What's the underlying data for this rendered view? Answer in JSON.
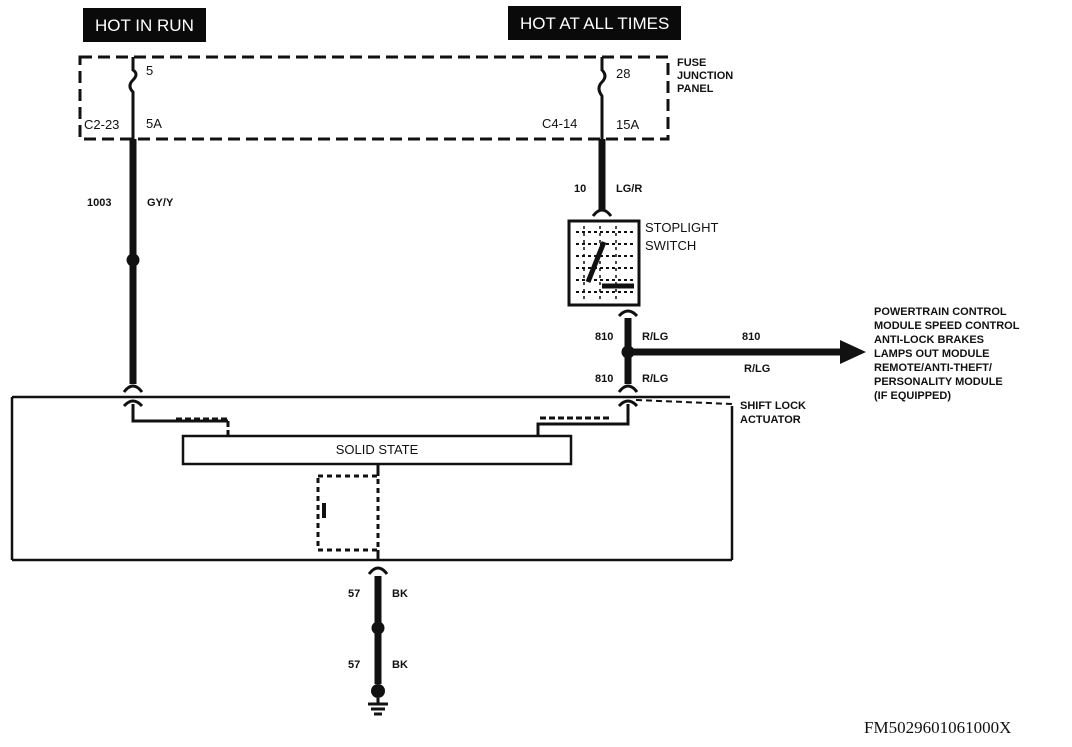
{
  "headers": {
    "hot_in_run": "HOT IN RUN",
    "hot_at_all_times": "HOT AT  ALL TIMES"
  },
  "fuse_panel": {
    "label_line1": "FUSE",
    "label_line2": "JUNCTION",
    "label_line3": "PANEL",
    "fuse_left_number": "5",
    "fuse_left_rating": "5A",
    "connector_left": "C2-23",
    "fuse_right_number": "28",
    "fuse_right_rating": "15A",
    "connector_right": "C4-14"
  },
  "wires": {
    "left_circuit": "1003",
    "left_color": "GY/Y",
    "right_circuit": "10",
    "right_color": "LG/R",
    "upper_circuit": "810",
    "upper_color": "R/LG",
    "branch_circuit": "810",
    "branch_color": "R/LG",
    "lower_circuit": "810",
    "lower_color": "R/LG",
    "ground_upper_circuit": "57",
    "ground_upper_color": "BK",
    "ground_lower_circuit": "57",
    "ground_lower_color": "BK"
  },
  "stoplight_switch": {
    "line1": "STOPLIGHT",
    "line2": "SWITCH"
  },
  "destination_lines": [
    "POWERTRAIN CONTROL",
    "MODULE SPEED CONTROL",
    "ANTI-LOCK BRAKES",
    "LAMPS OUT MODULE",
    "REMOTE/ANTI-THEFT/",
    "PERSONALITY MODULE",
    "(IF EQUIPPED)"
  ],
  "actuator": {
    "line1": "SHIFT LOCK",
    "line2": "ACTUATOR",
    "solid_state": "SOLID STATE"
  },
  "figure_id": "FM5029601061000X",
  "colors": {
    "ink": "#111111",
    "header_bg": "#0a0a0a",
    "header_text": "#ffffff",
    "paper": "#ffffff"
  }
}
